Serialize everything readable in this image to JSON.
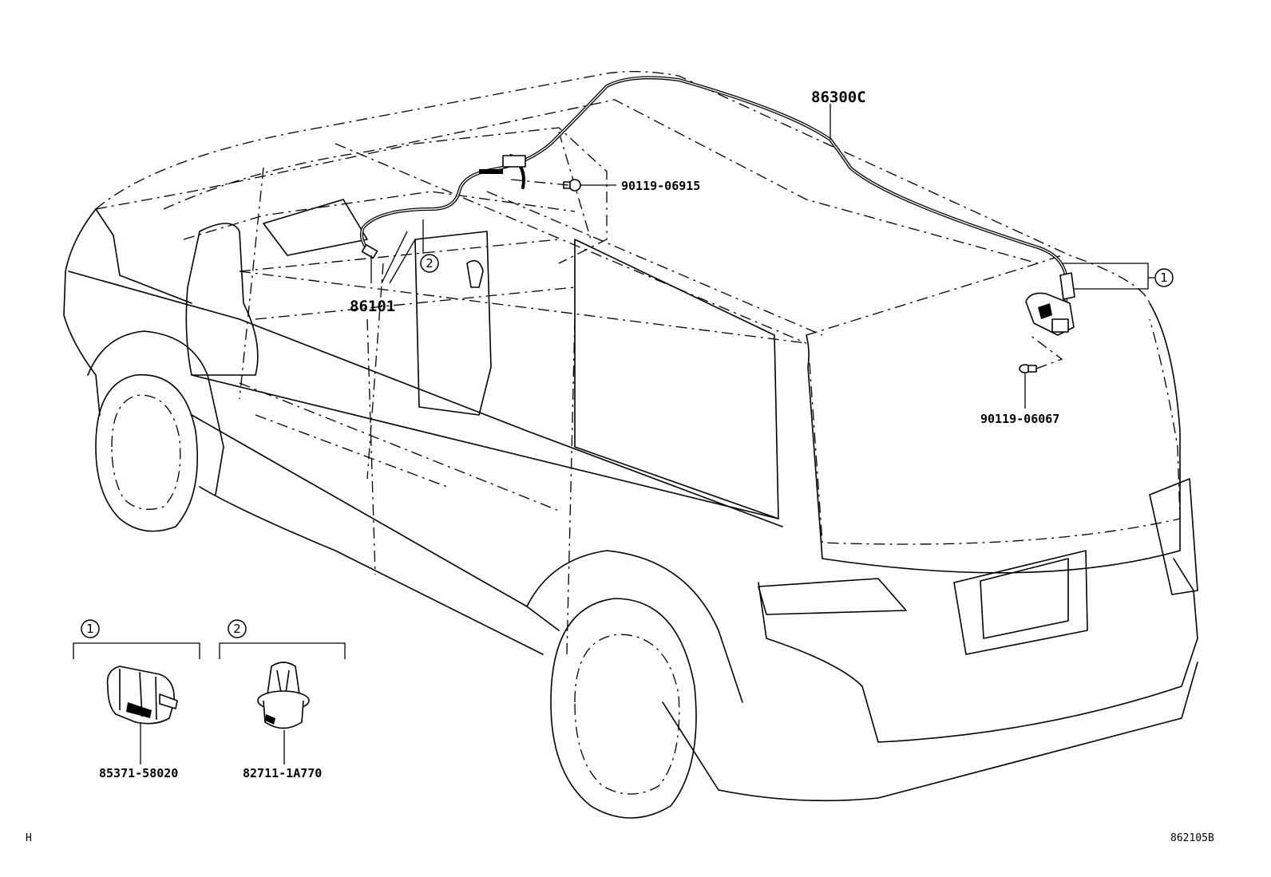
{
  "parts": {
    "p86300c": "86300C",
    "p90119_06915": "90119-06915",
    "p86101": "86101",
    "p90119_06067": "90119-06067",
    "p85371_58020": "85371-58020",
    "p82711_1a770": "82711-1A770"
  },
  "callouts": {
    "one": "1",
    "two": "2"
  },
  "footer": {
    "left_code": "H",
    "illustration_code": "862105B"
  }
}
